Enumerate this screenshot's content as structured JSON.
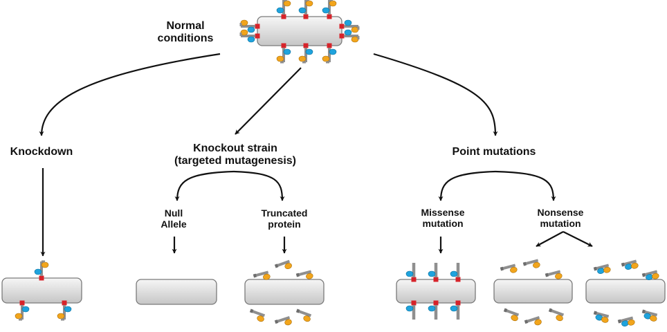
{
  "labels": {
    "normal": "Normal\nconditions",
    "knockdown": "Knockdown",
    "knockout": "Knockout strain\n(targeted mutagenesis)",
    "point": "Point mutations",
    "null": "Null\nAllele",
    "truncated": "Truncated\nprotein",
    "missense": "Missense\nmutation",
    "nonsense": "Nonsense\nmutation"
  },
  "colors": {
    "cell_fill_light": "#f4f4f4",
    "cell_fill_dark": "#c8c8c8",
    "cell_stroke": "#7a7a7a",
    "stem": "#8f8f8f",
    "red_anchor": "#d7232a",
    "blue_domain": "#1fa3dd",
    "orange_domain": "#f2a51c",
    "arrow": "#111111"
  }
}
